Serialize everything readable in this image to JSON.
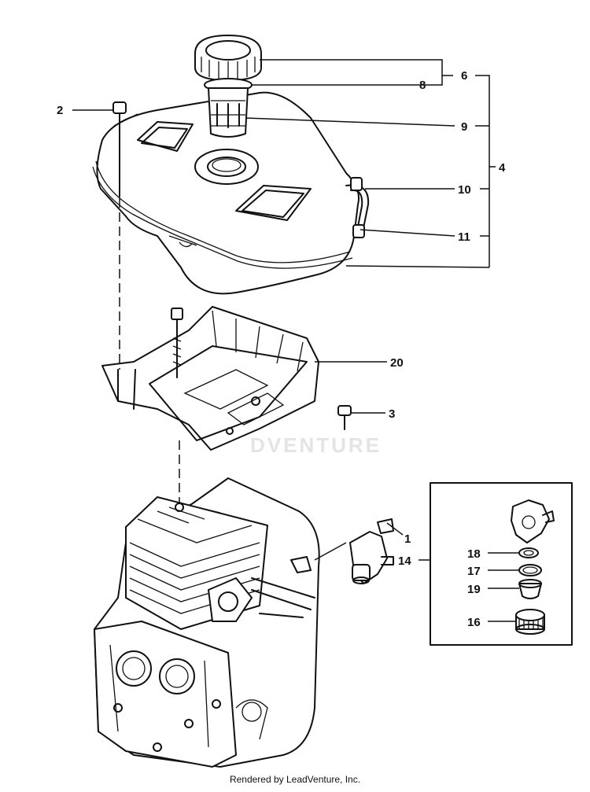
{
  "watermark": "DVENTURE",
  "footer": "Rendered by LeadVenture, Inc.",
  "callouts": {
    "c1": "1",
    "c2": "2",
    "c3": "3",
    "c4": "4",
    "c6": "6",
    "c8": "8",
    "c9": "9",
    "c10": "10",
    "c11": "11",
    "c14": "14",
    "c16": "16",
    "c17": "17",
    "c18": "18",
    "c19": "19",
    "c20": "20"
  }
}
